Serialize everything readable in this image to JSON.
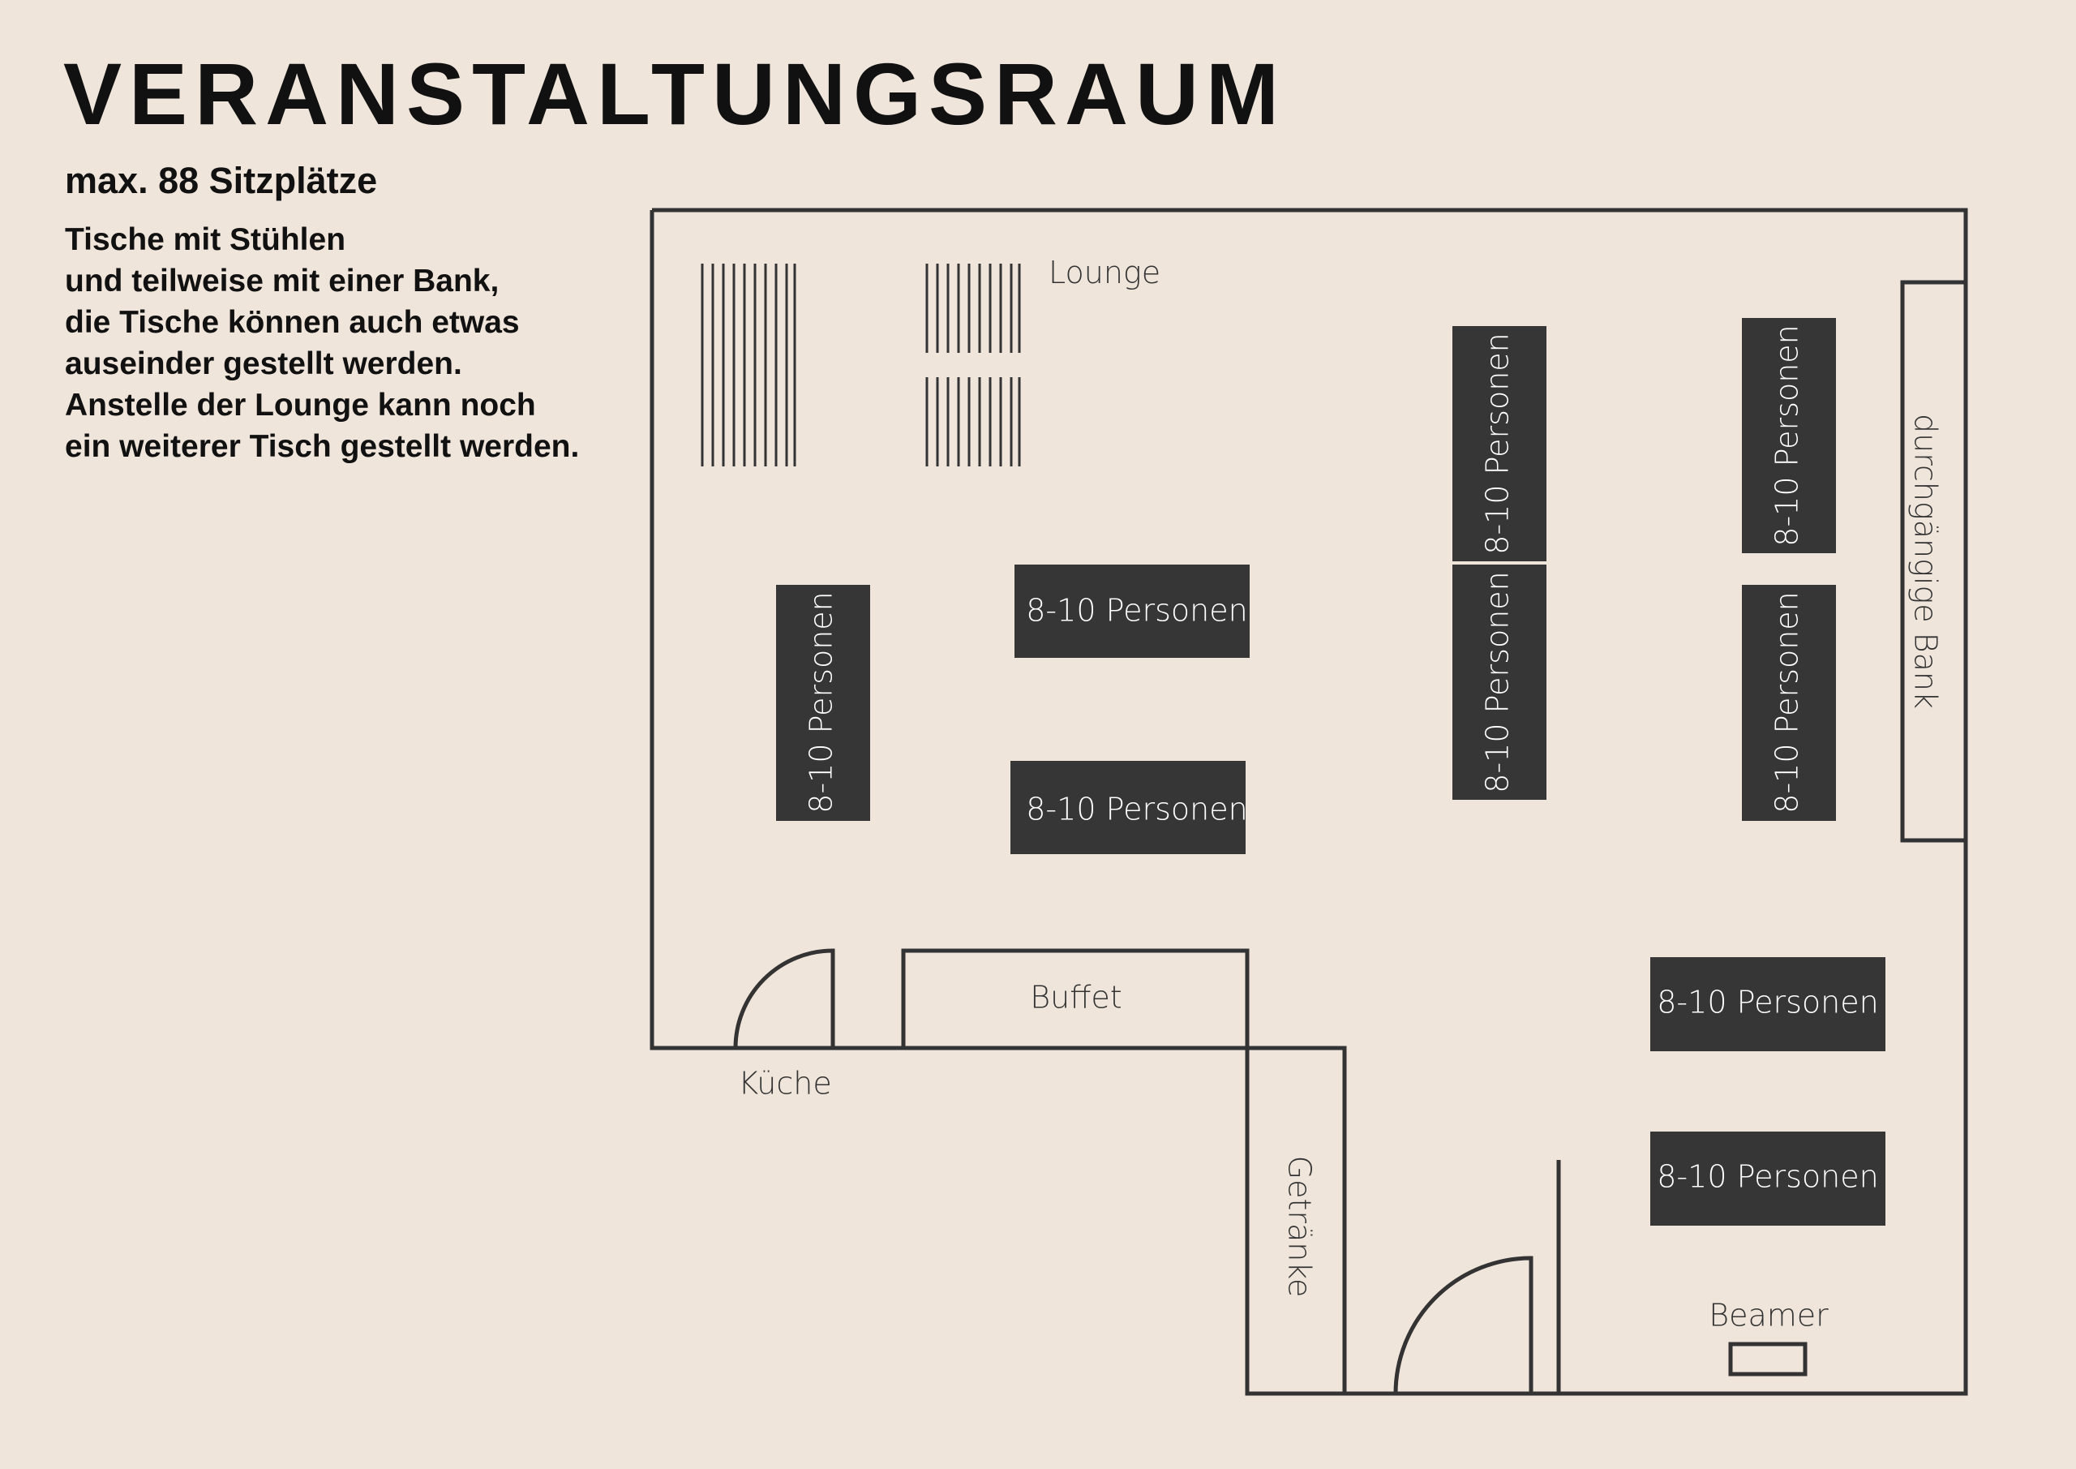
{
  "header": {
    "title": "VERANSTALTUNGSRAUM",
    "subtitle": "max. 88 Sitzplätze",
    "description": [
      "Tische mit Stühlen",
      "und teilweise mit einer Bank,",
      "die Tische können auch etwas",
      "auseinder gestellt werden.",
      "Anstelle der Lounge kann noch",
      "ein weiterer Tisch gestellt werden."
    ]
  },
  "plan": {
    "table_label": "8-10 Personen",
    "labels": {
      "lounge": "Lounge",
      "bench": "durchgängige Bank",
      "buffet": "Buffet",
      "kitchen": "Küche",
      "drinks": "Getränke",
      "projector": "Beamer"
    }
  },
  "colors": {
    "background": "#efe5db",
    "table_fill": "#363636",
    "wall_stroke": "#333333",
    "text": "#111111"
  }
}
